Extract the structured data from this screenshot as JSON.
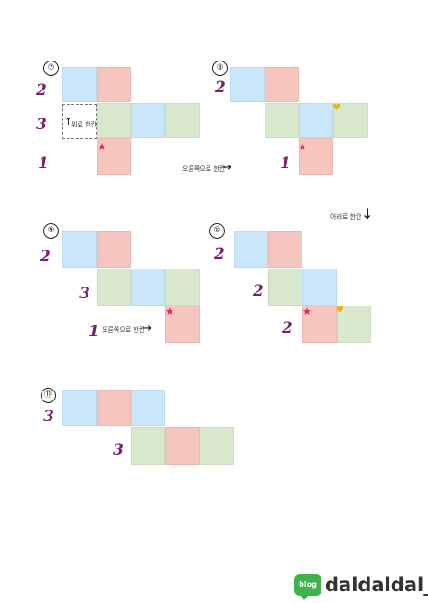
{
  "steps": {
    "s7": {
      "label": "⑦",
      "nums": [
        "2",
        "3",
        "1"
      ],
      "note": "위로 한칸"
    },
    "s8": {
      "label": "⑧",
      "nums": [
        "2",
        "1"
      ],
      "note": "오른쪽으로 한칸"
    },
    "s9": {
      "label": "⑨",
      "nums": [
        "2",
        "3",
        "1"
      ],
      "note": "오른쪽으로 한칸"
    },
    "s10": {
      "label": "⑩",
      "nums": [
        "2",
        "2",
        "2"
      ]
    },
    "s11": {
      "label": "⑪",
      "nums": [
        "3",
        "3"
      ]
    }
  },
  "between_note": "아래로 한칸",
  "arrows": {
    "right": "→",
    "up": "↑",
    "down": "↓"
  },
  "symbols": {
    "star": "★",
    "heart": "♥"
  },
  "logo": {
    "badge": "blog",
    "text": "daldaldal_"
  },
  "colors": {
    "blue": "#c9e6fb",
    "pink": "#f6c5bd",
    "green": "#d8e8cc",
    "number": "#7a1f6e",
    "star": "#e0245e",
    "heart": "#f0b400",
    "logo": "#3fb44a"
  }
}
